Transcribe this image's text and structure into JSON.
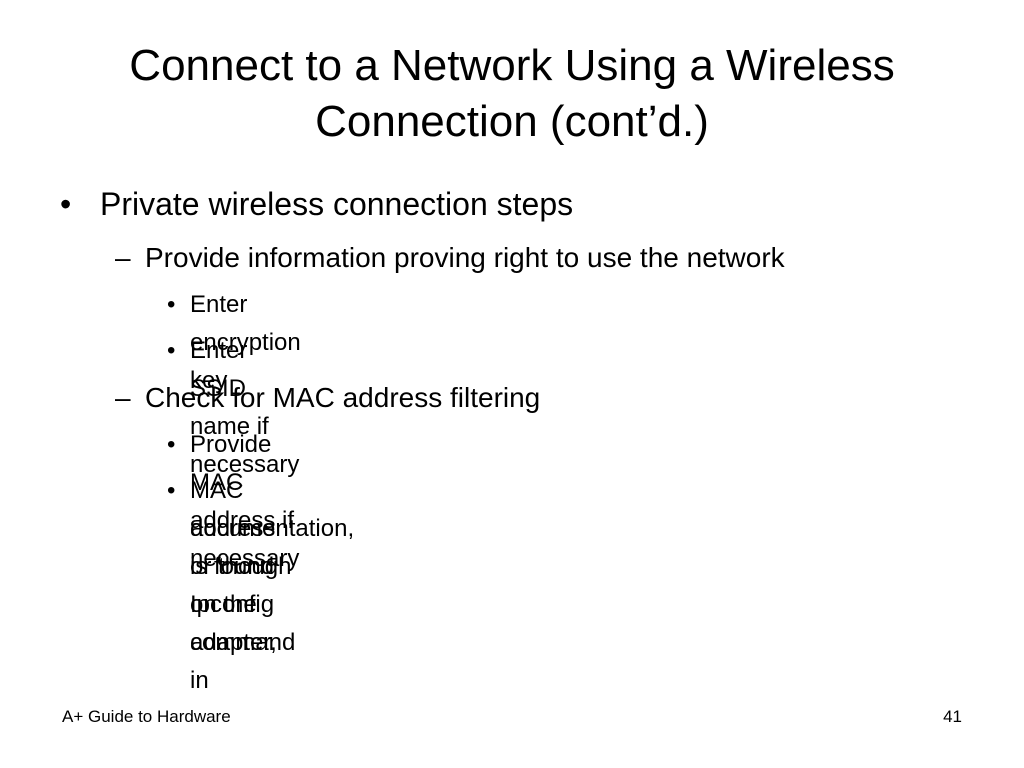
{
  "slide": {
    "title_line1": "Connect to a Network Using a Wireless",
    "title_line2": "Connection (cont’d.)",
    "bullets": {
      "b1": {
        "marker": "•",
        "text": "Private wireless connection steps"
      },
      "b1_1": {
        "marker": "–",
        "text": "Provide information proving right to use the network"
      },
      "b1_1_1": {
        "marker": "•",
        "text": "Enter encryption key"
      },
      "b1_1_2": {
        "marker": "•",
        "text": "Enter SSID name if necessary"
      },
      "b1_2": {
        "marker": "–",
        "text": "Check for MAC address filtering"
      },
      "b1_2_1": {
        "marker": "•",
        "text": "Provide MAC address if necessary"
      },
      "b1_2_2_line1": "MAC address is found on the adapter, in",
      "b1_2_2_line2": "documentation, or though Ipconfig command",
      "b1_2_2_marker": "•"
    },
    "footer_left": "A+ Guide to Hardware",
    "page_number": "41"
  }
}
